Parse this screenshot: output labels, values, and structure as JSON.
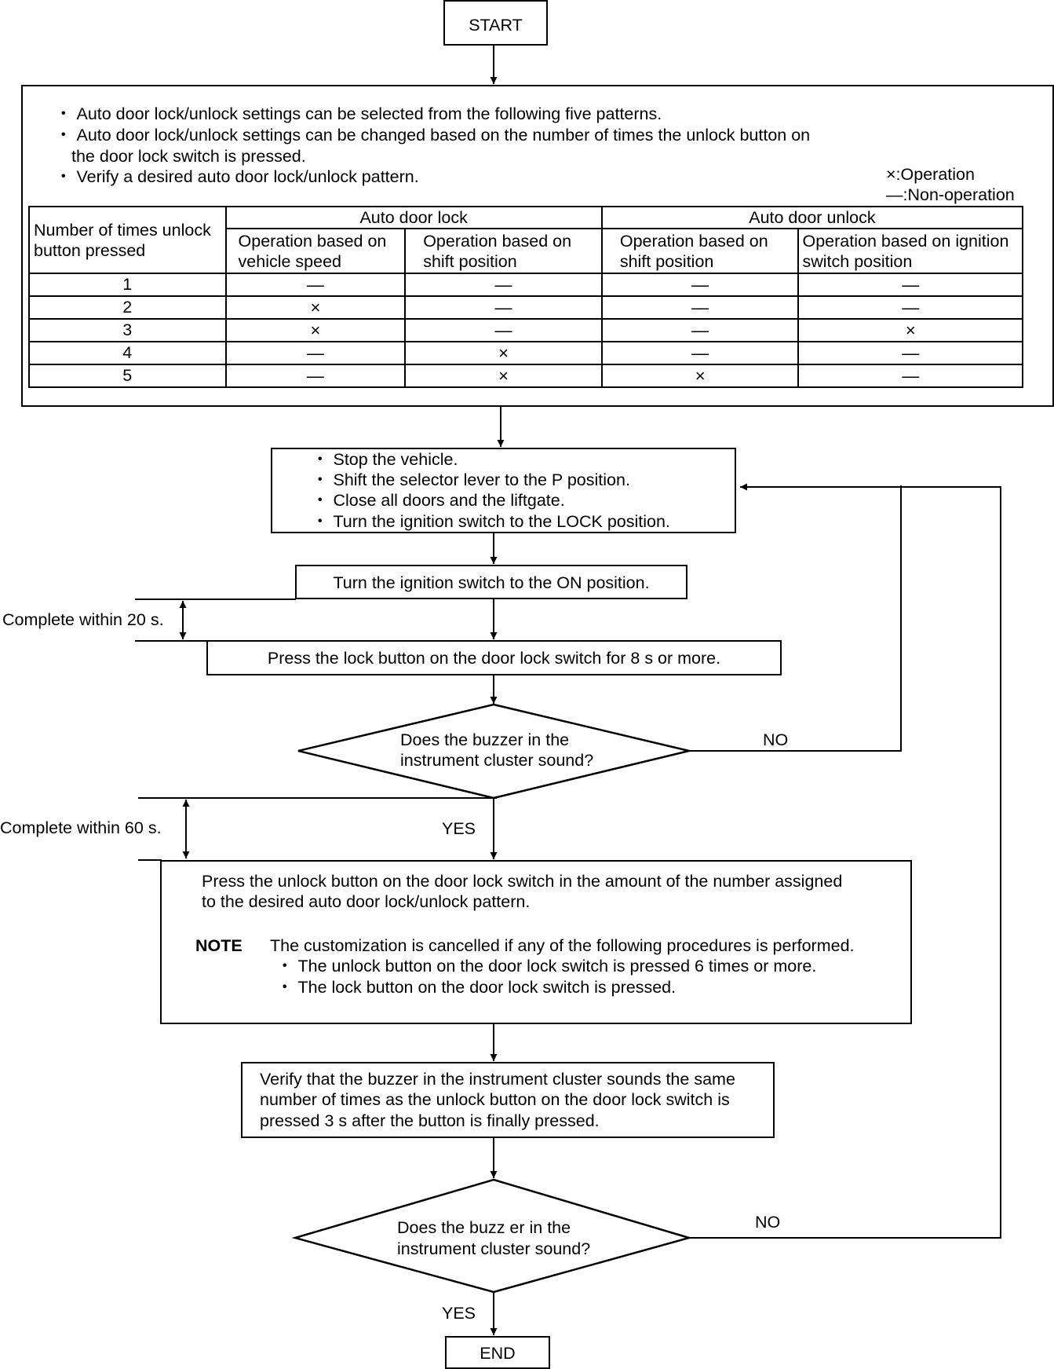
{
  "start": "START",
  "end": "END",
  "intro": {
    "bullets": [
      "・ Auto door lock/unlock settings can be selected from the following five patterns.",
      "・ Auto door lock/unlock settings can be changed based on the number of times the unlock button on",
      "the door lock switch is pressed.",
      "・ Verify a desired auto door lock/unlock pattern."
    ],
    "legend": [
      "×:Operation",
      "—:Non-operation"
    ]
  },
  "pattern_table": {
    "row_header_line1": "Number of times unlock",
    "row_header_line2": "button pressed",
    "group_lock": "Auto door lock",
    "group_unlock": "Auto door unlock",
    "columns": [
      [
        "Operation based on",
        "vehicle speed"
      ],
      [
        "Operation based on",
        "shift position"
      ],
      [
        "Operation based on",
        "shift position"
      ],
      [
        "Operation based on ignition",
        "switch position"
      ]
    ],
    "rows": [
      [
        "1",
        "—",
        "—",
        "—",
        "—"
      ],
      [
        "2",
        "×",
        "—",
        "—",
        "—"
      ],
      [
        "3",
        "×",
        "—",
        "—",
        "×"
      ],
      [
        "4",
        "—",
        "×",
        "—",
        "—"
      ],
      [
        "5",
        "—",
        "×",
        "×",
        "—"
      ]
    ]
  },
  "step1": [
    "・ Stop the vehicle.",
    "・ Shift the selector lever to the P position.",
    "・ Close all doors and the liftgate.",
    "・ Turn the ignition switch to the LOCK position."
  ],
  "step2": "Turn the ignition switch to the ON position.",
  "timer1": "Complete within 20 s.",
  "step3": "Press the lock button on the door lock switch for 8 s or more.",
  "decision1": [
    "Does the buzzer in the",
    "instrument cluster sound?"
  ],
  "decision1_no": "NO",
  "decision1_yes": "YES",
  "timer2": "Complete within 60 s.",
  "step4": {
    "lines": [
      "Press the unlock button on the door lock switch in the amount of the number assigned",
      "to the desired auto door lock/unlock pattern."
    ],
    "note_label": "NOTE",
    "note_text": "The customization is cancelled if any of the following procedures is performed.",
    "note_bullets": [
      "・ The unlock button on the door lock switch is pressed 6 times or more.",
      "・ The lock button on the door lock switch is pressed."
    ]
  },
  "step5": [
    "Verify that the buzzer in the instrument cluster sounds the same",
    "number of times as the unlock button on the door lock switch is",
    "pressed 3 s after the button is finally pressed."
  ],
  "decision2": [
    "Does the buzz er in the",
    "instrument cluster sound?"
  ],
  "decision2_no": "NO",
  "decision2_yes": "YES"
}
